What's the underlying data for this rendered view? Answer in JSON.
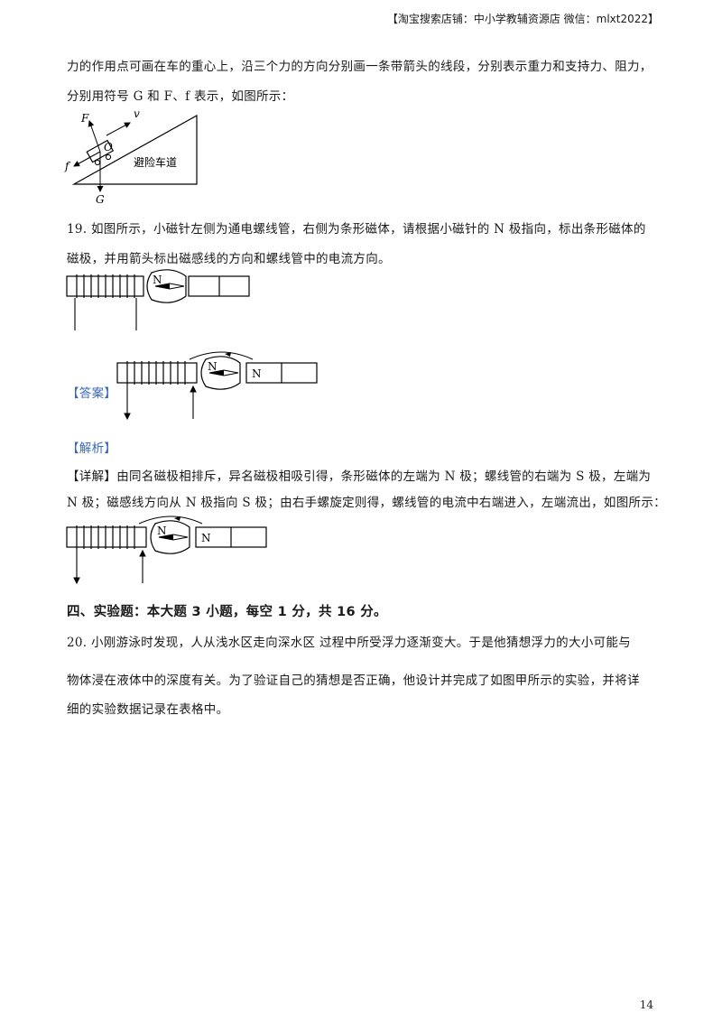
{
  "header": {
    "text": "【淘宝搜索店铺：中小学教辅资源店  微信：mlxt2022】"
  },
  "para18": {
    "line1": "力的作用点可画在车的重心上，沿三个力的方向分别画一条带箭头的线段，分别表示重力和支持力、阻力，",
    "line2": "分别用符号 G 和 F、f 表示，如图所示："
  },
  "figure1": {
    "label_F": "F",
    "label_v": "v",
    "label_O": "O",
    "label_f": "f",
    "label_G": "G",
    "label_road": "避险车道"
  },
  "q19": {
    "line1": "19. 如图所示，小磁针左侧为通电螺线管，右侧为条形磁体，请根据小磁针的 N 极指向，标出条形磁体的",
    "line2": "磁极，并用箭头标出磁感线的方向和螺线管中的电流方向。"
  },
  "magnet": {
    "needle_label": "N",
    "bar_label": "N"
  },
  "answer_label": "【答案】",
  "analysis_label": "【解析】",
  "detail": {
    "line1": "【详解】由同名磁极相排斥，异名磁极相吸引得，条形磁体的左端为 N 极；螺线管的右端为 S 极，左端为",
    "line2": "N 极；磁感线方向从 N 极指向 S 极；由右手螺旋定则得，螺线管的电流中右端进入，左端流出，如图所示："
  },
  "section4": {
    "title": "四、实验题：本大题 3 小题，每空 1 分，共 16 分。"
  },
  "q20": {
    "line1": "20. 小刚游泳时发现，人从浅水区走向深水区   过程中所受浮力逐渐变大。于是他猜想浮力的大小可能与",
    "line2": "物体浸在液体中的深度有关。为了验证自己的猜想是否正确，他设计并完成了如图甲所示的实验，并将详",
    "line3": "细的实验数据记录在表格中。"
  },
  "page_number": "14"
}
